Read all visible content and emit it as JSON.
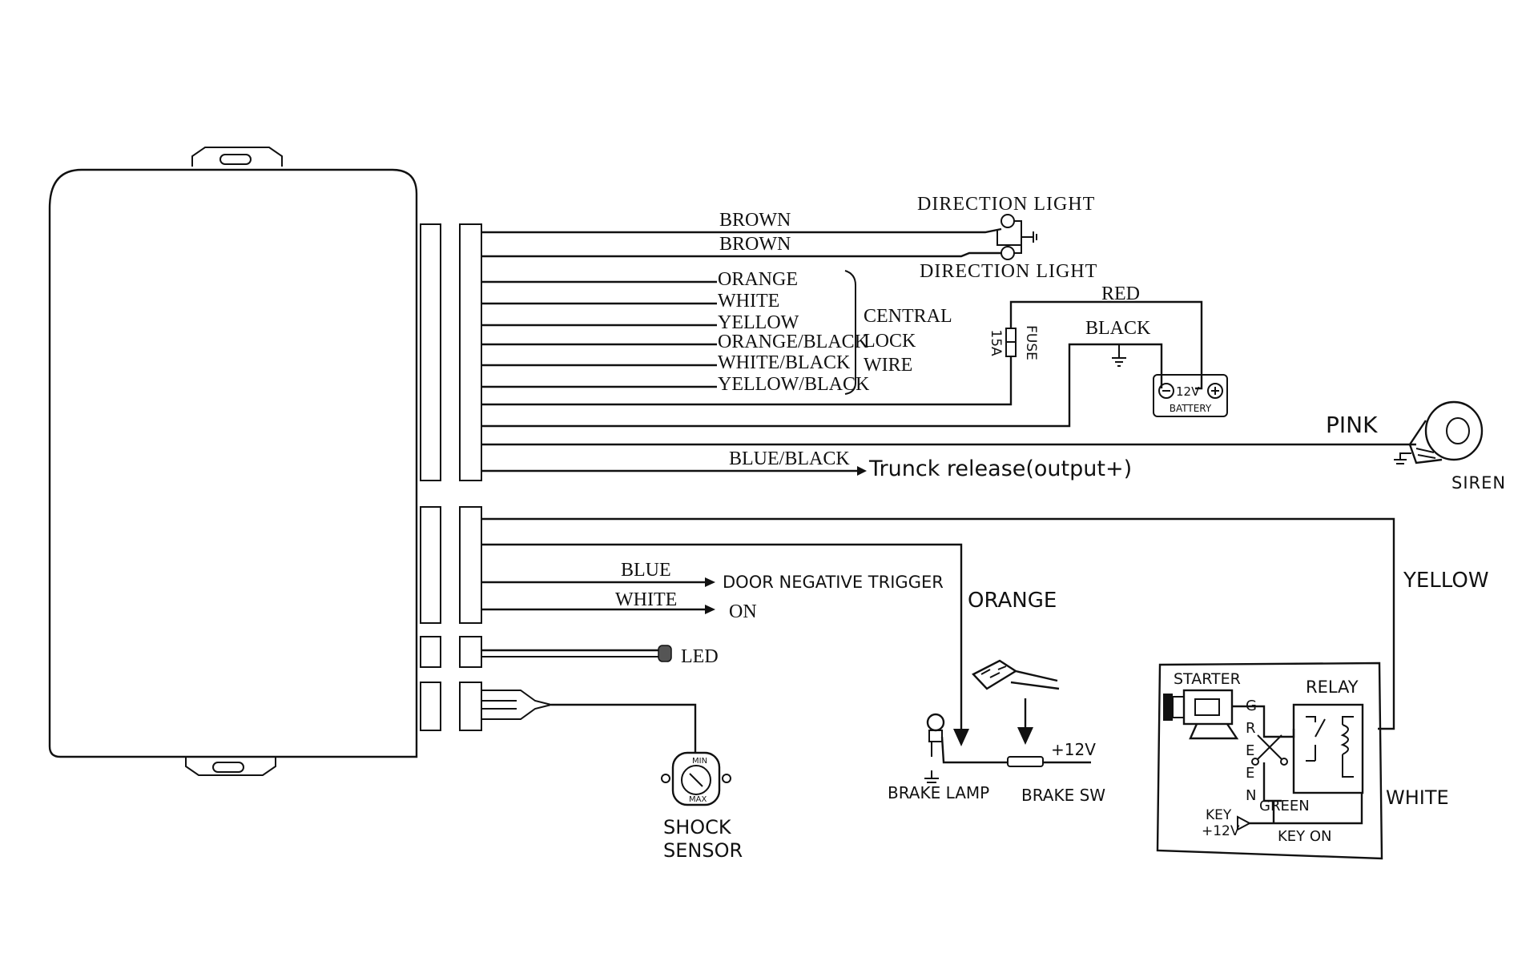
{
  "wires": {
    "brown_1": "BROWN",
    "brown_2": "BROWN",
    "direction_light_1": "DIRECTION LIGHT",
    "direction_light_2": "DIRECTION LIGHT",
    "orange": "ORANGE",
    "white": "WHITE",
    "yellow": "YELLOW",
    "orange_black": "ORANGE/BLACK",
    "white_black": "WHITE/BLACK",
    "yellow_black": "YELLOW/BLACK",
    "central_lock_1": "CENTRAL",
    "central_lock_2": "LOCK",
    "central_lock_3": "WIRE",
    "red": "RED",
    "black": "BLACK",
    "fuse_rating": "15A",
    "fuse": "FUSE",
    "battery_voltage": "12V",
    "battery": "BATTERY",
    "pink": "PINK",
    "siren": "SIREN",
    "blue_black": "BLUE/BLACK",
    "trunk_release": "Trunck release(output+)",
    "yellow_right": "YELLOW",
    "blue": "BLUE",
    "door_trigger": "DOOR NEGATIVE TRIGGER",
    "white_on": "WHITE",
    "on": "ON",
    "orange_brake": "ORANGE",
    "led": "LED",
    "plus12v": "+12V",
    "brake_lamp": "BRAKE LAMP",
    "brake_sw": "BRAKE SW",
    "shock_sensor_1": "SHOCK",
    "shock_sensor_2": "SENSOR",
    "shock_min": "MIN",
    "shock_max": "MAX"
  },
  "relay_box": {
    "starter": "STARTER",
    "relay": "RELAY",
    "green_vertical": [
      "G",
      "R",
      "E",
      "E",
      "N"
    ],
    "green": "GREEN",
    "key_1": "KEY",
    "key_2": "+12V",
    "key_on": "KEY ON",
    "white": "WHITE"
  }
}
